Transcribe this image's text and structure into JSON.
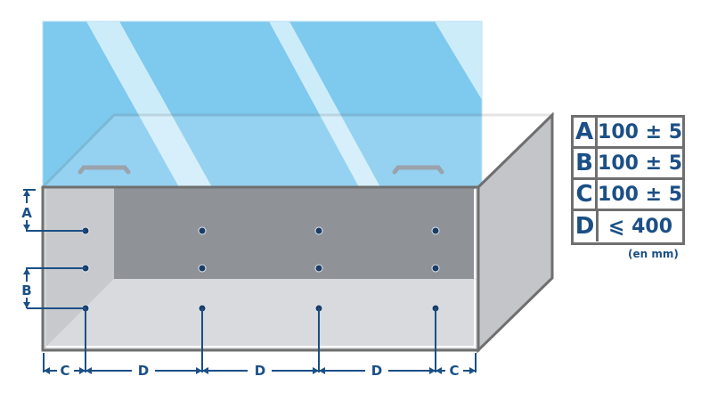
{
  "dimension_table": {
    "rows": [
      {
        "key": "A",
        "value": "100 ± 5"
      },
      {
        "key": "B",
        "value": "100 ± 5"
      },
      {
        "key": "C",
        "value": "100 ± 5"
      },
      {
        "key": "D",
        "value": "⩽ 400"
      }
    ],
    "unit_note": "(en mm)"
  },
  "dimension_labels": {
    "a": "A",
    "b": "B",
    "c_left": "C",
    "c_right": "C",
    "d1": "D",
    "d2": "D",
    "d3": "D"
  },
  "colors": {
    "glass": "#7ec9ee",
    "glass_highlight": "#d6effb",
    "box_light": "#d4d7da",
    "box_side": "#c3c5c8",
    "box_back": "#8f9296",
    "dim_line": "#1b4f86"
  }
}
